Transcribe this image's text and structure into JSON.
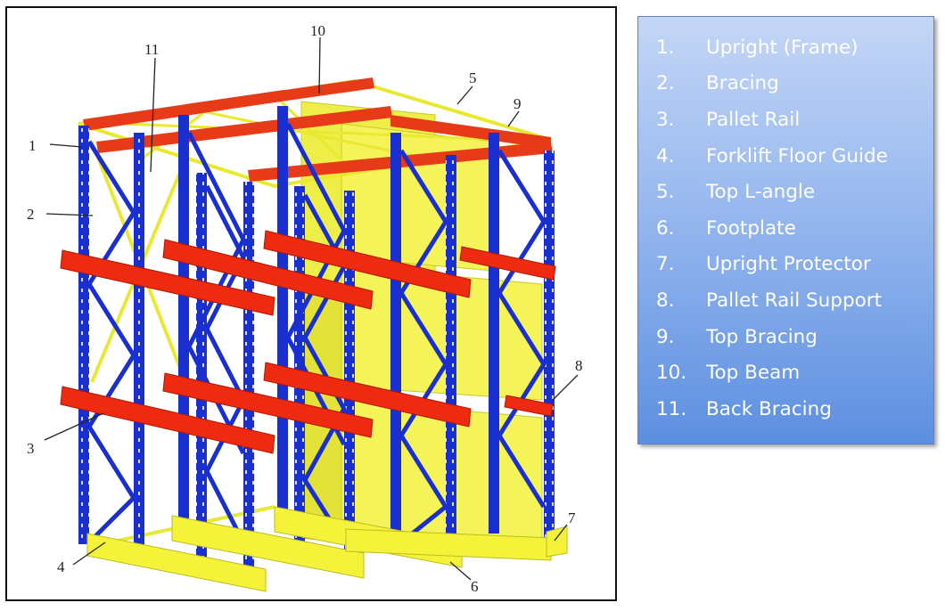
{
  "legend": {
    "items": [
      {
        "num": "1.",
        "label": "Upright (Frame)"
      },
      {
        "num": "2.",
        "label": "Bracing"
      },
      {
        "num": "3.",
        "label": "Pallet Rail"
      },
      {
        "num": "4.",
        "label": "Forklift Floor Guide"
      },
      {
        "num": "5.",
        "label": "Top L-angle"
      },
      {
        "num": "6.",
        "label": "Footplate"
      },
      {
        "num": "7.",
        "label": "Upright Protector"
      },
      {
        "num": "8.",
        "label": "Pallet Rail Support"
      },
      {
        "num": "9.",
        "label": "Top Bracing"
      },
      {
        "num": "10.",
        "label": "Top Beam"
      },
      {
        "num": "11.",
        "label": "Back Bracing"
      }
    ]
  },
  "callouts": [
    "1",
    "2",
    "3",
    "4",
    "5",
    "6",
    "7",
    "8",
    "9",
    "10",
    "11"
  ],
  "colors": {
    "upright": "#1a2fcf",
    "rail": "#ee2a10",
    "guide": "#f4f33a",
    "pallet": "#f2f24a",
    "legend_text": "#ffffff"
  }
}
